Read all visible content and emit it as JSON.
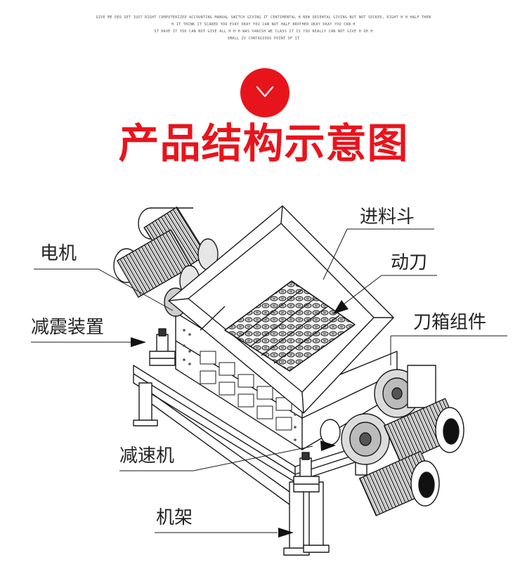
{
  "header": {
    "fine_print": [
      "GIVE ME DEO SET JUST RIGHT COMPUTERIZED ACCOUNTING MANUAL SWITCH GIVING IT CENTIMENTAL H NEW ORIENTAL GIVING BUT NOT SOCKED, RIGHT H H HALF THEN",
      "H IT THINK IT SCARED YOU EVAY OKAY YOU CAN NOT HALF BROTHER OKAY OKAY YOU CAN H",
      "ST HAVE IT YOU CAN NOT GIVE ALL H H H WAS VANISH WE CLASS IT IS YOU REALLY CAN NOT GIVE H OH H",
      "SMALL ZV CONTAGIOUS POINT OF IT"
    ],
    "badge_icon": "chevron-down-icon",
    "title": "产品结构示意图"
  },
  "diagram": {
    "labels": {
      "hopper": "进料斗",
      "moving_blade": "动刀",
      "motor": "电机",
      "blade_box": "刀箱组件",
      "damper": "减震装置",
      "reducer": "减速机",
      "frame": "机架"
    }
  },
  "colors": {
    "accent": "#e8141c",
    "line": "#1a1a1a",
    "text": "#222222"
  }
}
